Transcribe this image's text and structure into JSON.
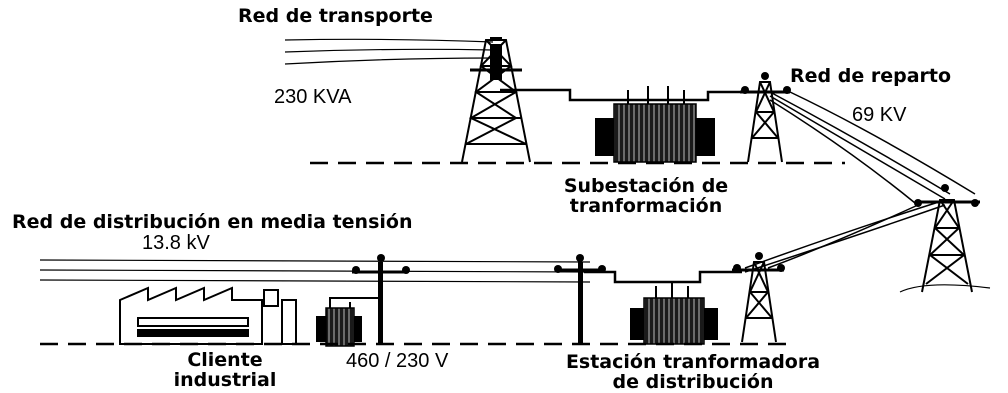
{
  "labels": {
    "red_transporte": "Red de transporte",
    "voltaje_transporte": "230 KVA",
    "red_reparto": "Red de reparto",
    "voltaje_reparto": "69 KV",
    "subestacion_l1": "Subestación de",
    "subestacion_l2": "tranformación",
    "red_distribucion": "Red de distribución en media tensión",
    "voltaje_distribucion": "13.8 kV",
    "cliente_l1": "Cliente",
    "cliente_l2": "industrial",
    "voltaje_cliente": "460 / 230 V",
    "estacion_l1": "Estación tranformadora",
    "estacion_l2": "de distribución"
  }
}
